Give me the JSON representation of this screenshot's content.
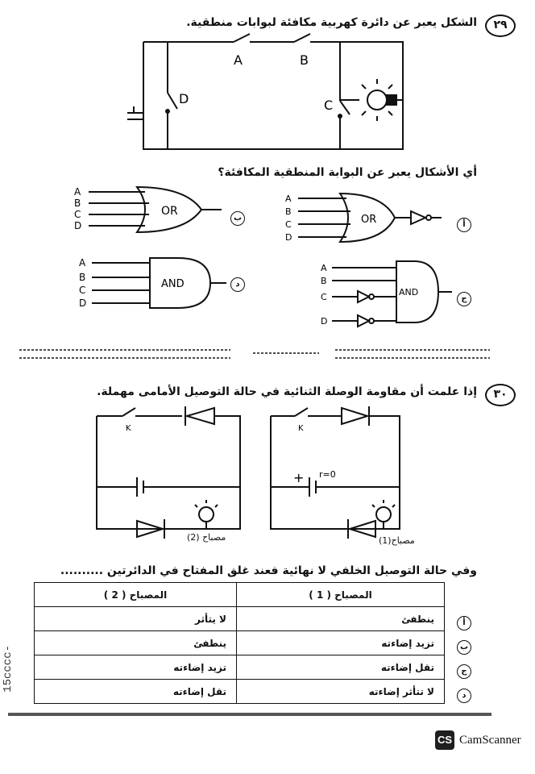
{
  "q29": {
    "number": "٢٩",
    "prompt": "الشكل يعبر عن دائرة كهربية مكافئة لبوابات منطقية.",
    "circuit_labels": {
      "a": "A",
      "b": "B",
      "c": "C",
      "d": "D"
    },
    "sub_prompt": "أي الأشكال يعبر عن البوابة المنطقية المكافئة؟",
    "inputs": [
      "A",
      "B",
      "C",
      "D"
    ],
    "gate_or": "OR",
    "gate_and": "AND",
    "options": [
      "أ",
      "ب",
      "ج",
      "د"
    ]
  },
  "q30": {
    "number": "٣٠",
    "prompt": "إذا علمت أن مقاومة الوصلة الثنائية في حالة التوصيل الأمامى مهملة.",
    "key_label": "K",
    "r_label": "r=0",
    "plus_label": "+",
    "lamp1": "مصباح(1)",
    "lamp2": "مصباح (2)",
    "sub_prompt": "وفي حالة التوصيل الخلفي لا نهائية فعند غلق المفتاح في الدائرتين ..........",
    "table": {
      "headers": [
        "المصباح ( 1 )",
        "المصباح ( 2 )"
      ],
      "rows": [
        {
          "opt": "أ",
          "c1": "ينطفئ",
          "c2": "لا يتأثر"
        },
        {
          "opt": "ب",
          "c1": "تزيد إضاءته",
          "c2": "ينطفئ"
        },
        {
          "opt": "ج",
          "c1": "تقل إضاءته",
          "c2": "تزيد إضاءته"
        },
        {
          "opt": "د",
          "c1": "لا تتأثر إضاءته",
          "c2": "تقل إضاءته"
        }
      ]
    }
  },
  "side_text": "15cccc-",
  "scanner": {
    "logo": "CS",
    "name": "CamScanner"
  }
}
